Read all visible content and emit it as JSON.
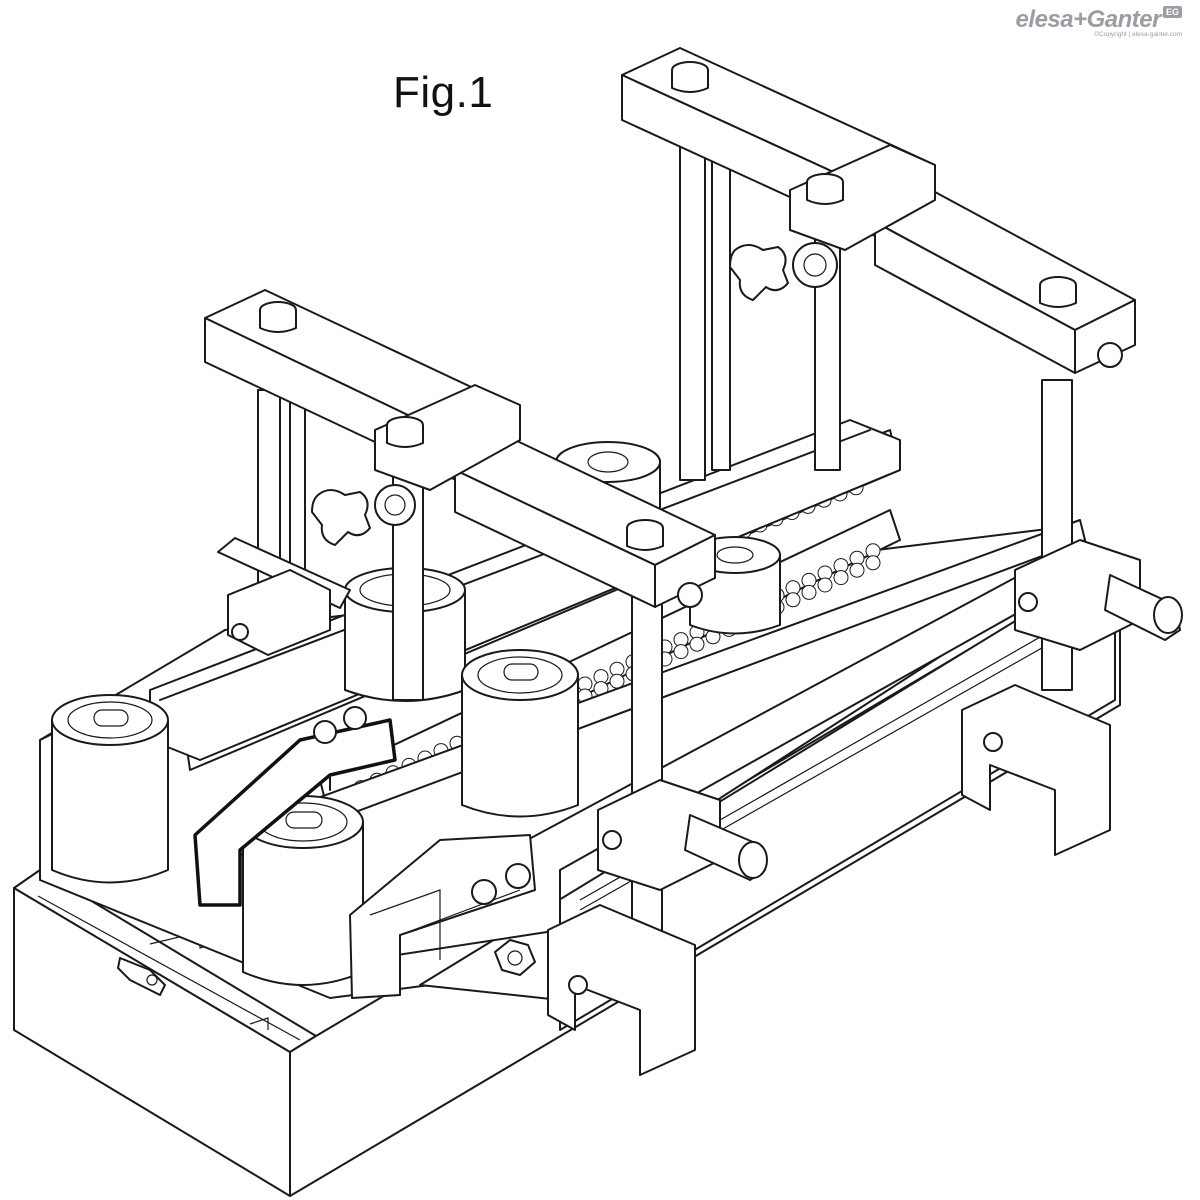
{
  "figure": {
    "label": "Fig.1"
  },
  "logo": {
    "brand_text": "elesa+Ganter",
    "badge": "EG",
    "copyright": "©Copyright | elesa-ganter.com"
  },
  "diagram": {
    "components": [
      "base-plate",
      "conveyor-frame",
      "chain-conveyor",
      "rear-guide-rail",
      "front-guide-rail",
      "can",
      "upper-clamp-bar",
      "vertical-rod",
      "cross-clamp",
      "star-knob",
      "hex-nut",
      "side-clamp",
      "support-bracket",
      "diverter-guide"
    ]
  }
}
